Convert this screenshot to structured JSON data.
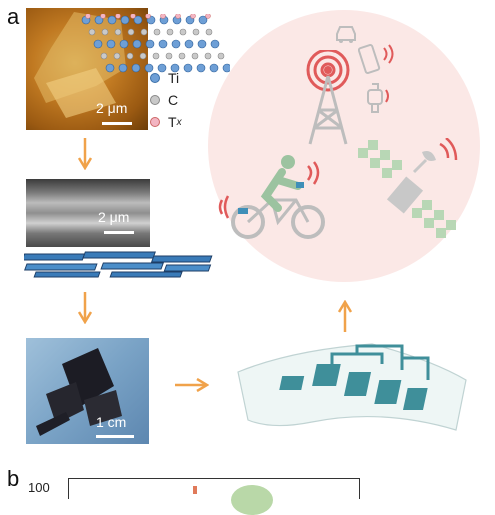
{
  "panel_labels": {
    "a": "a",
    "b": "b"
  },
  "afm": {
    "scale": "2 μm"
  },
  "legend": [
    {
      "label": "Ti",
      "color": "#6e9fd6"
    },
    {
      "label": "C",
      "color": "#b9b9b9"
    },
    {
      "label": "T",
      "sub": "x",
      "color": "#f0a0b0"
    }
  ],
  "sem": {
    "scale": "2 μm"
  },
  "photo": {
    "scale": "1 cm"
  },
  "bottom_axis_tick": "100",
  "colors": {
    "arrow": "#f0a24a",
    "teal": "#3f8f9a",
    "circle": "#fbe8e6",
    "wave": "#e05a5a",
    "device": "#c8c8c8",
    "bike": "#9cc3a0"
  }
}
